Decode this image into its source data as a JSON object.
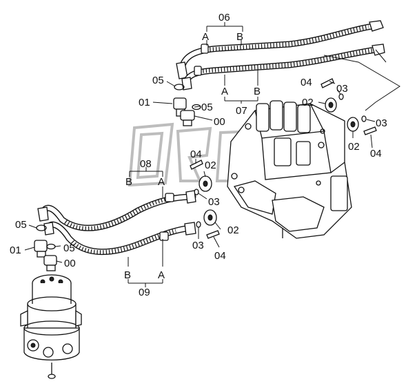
{
  "labels": {
    "p06": "06",
    "p06a": "A",
    "p06b": "B",
    "p05_top": "05",
    "p01_top": "01",
    "p05_mid": "05",
    "p00_top": "00",
    "p07a": "A",
    "p07b": "B",
    "p07": "07",
    "p04_r1": "04",
    "p02_r1": "02",
    "p03_r1": "03",
    "p03_r2": "03",
    "p02_r2": "02",
    "p04_r2": "04",
    "p08": "08",
    "p08b": "B",
    "p08a": "A",
    "p04_c1": "04",
    "p02_c1": "02",
    "p03_c1": "03",
    "p05_l1": "05",
    "p01_l": "01",
    "p05_l2": "05",
    "p00_l": "00",
    "p03_c2": "03",
    "p02_c2": "02",
    "p04_c2": "04",
    "p09b": "B",
    "p09a": "A",
    "p09": "09"
  },
  "colors": {
    "line": "#111111",
    "watermark": "#bdbdbd",
    "background": "#ffffff"
  }
}
